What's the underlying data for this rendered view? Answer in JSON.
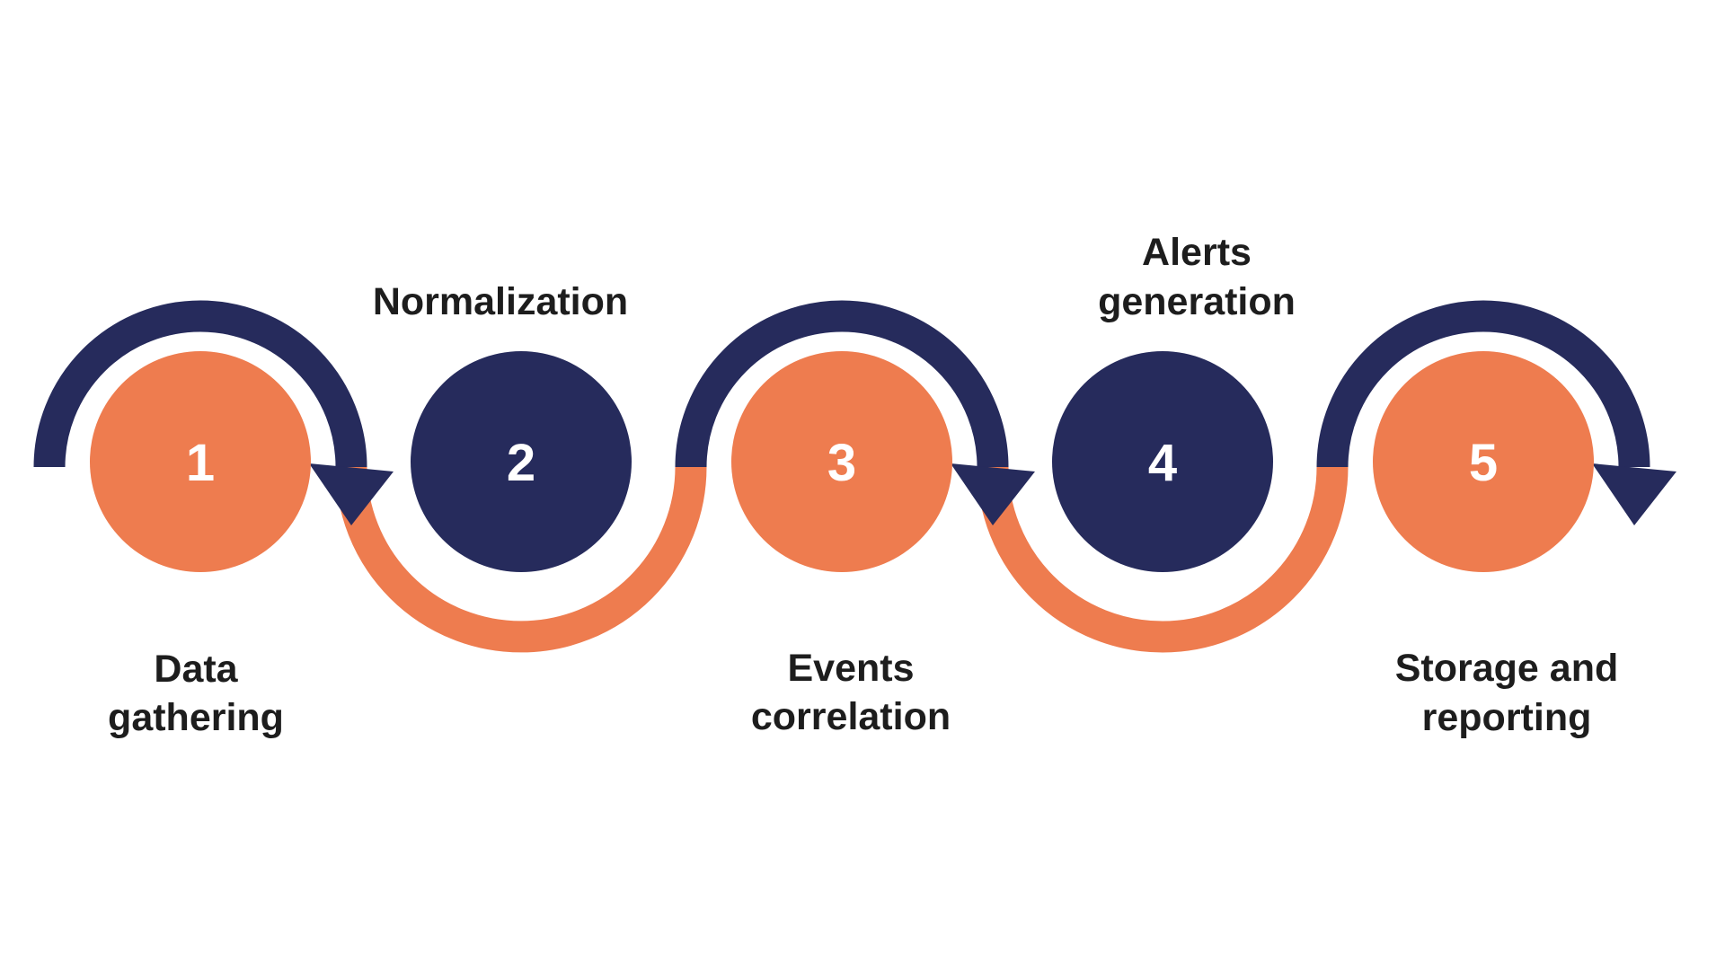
{
  "colors": {
    "background": "#FFFFFF",
    "navy": "#262B5C",
    "orange": "#EE7C4F",
    "label_text": "#1D1D1D",
    "number_text": "#FFFFFF"
  },
  "steps": [
    {
      "number": "1",
      "circle_color": "orange",
      "label_position": "below",
      "label_lines": [
        "Data",
        "gathering"
      ]
    },
    {
      "number": "2",
      "circle_color": "navy",
      "label_position": "above",
      "label_lines": [
        "Normalization"
      ]
    },
    {
      "number": "3",
      "circle_color": "orange",
      "label_position": "below",
      "label_lines": [
        "Events",
        "correlation"
      ]
    },
    {
      "number": "4",
      "circle_color": "navy",
      "label_position": "above",
      "label_lines": [
        "Alerts",
        "generation"
      ]
    },
    {
      "number": "5",
      "circle_color": "orange",
      "label_position": "below",
      "label_lines": [
        "Storage and",
        "reporting"
      ]
    }
  ]
}
